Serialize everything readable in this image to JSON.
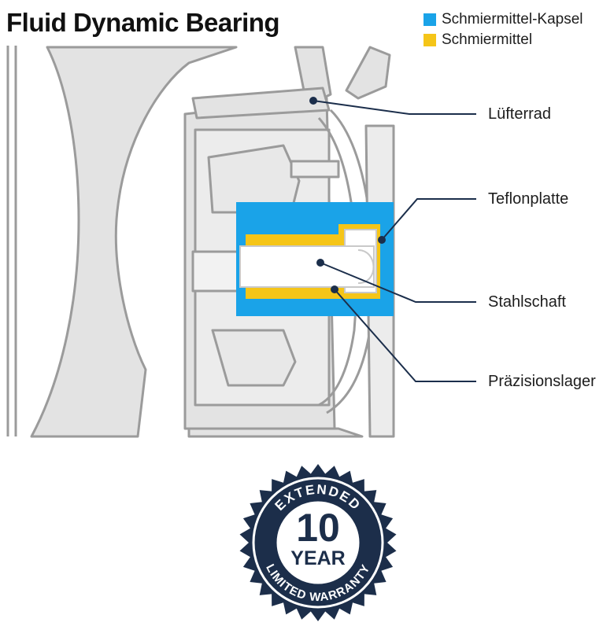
{
  "title": "Fluid Dynamic Bearing",
  "legend": [
    {
      "label": "Schmiermittel-Kapsel",
      "color": "#1aa3e8"
    },
    {
      "label": "Schmiermittel",
      "color": "#f5c518"
    }
  ],
  "callouts": {
    "luefterrad": "Lüfterrad",
    "teflonplatte": "Teflonplatte",
    "stahlschaft": "Stahlschaft",
    "praezisionslager": "Präzisionslager"
  },
  "colors": {
    "line": "#1b2e4b",
    "fill_gray": "#e2e2e2",
    "stroke_gray": "#9a9a9a",
    "seal": "#1c2e4a"
  },
  "seal": {
    "top_text": "EXTENDED",
    "number": "10",
    "unit": "YEAR",
    "bottom_text": "LIMITED WARRANTY"
  }
}
